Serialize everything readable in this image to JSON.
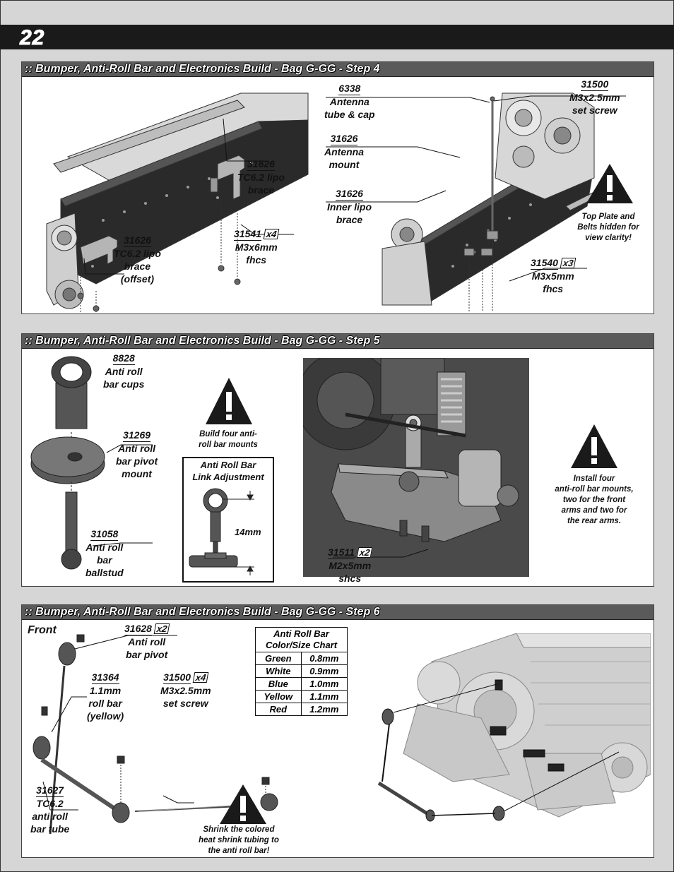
{
  "page": {
    "number": "22"
  },
  "step4": {
    "title": ":: Bumper, Anti-Roll Bar and Electronics Build - Bag G-GG - Step 4",
    "parts": {
      "lipo_brace": {
        "num": "31626",
        "line1": "TC6.2 lipo",
        "line2": "brace"
      },
      "lipo_brace_offset": {
        "num": "31626",
        "line1": "TC6.2 lipo",
        "line2": "brace",
        "line3": "(offset)"
      },
      "fhcs_6mm": {
        "num": "31541",
        "qty": "x4",
        "line1": "M3x6mm",
        "line2": "fhcs"
      },
      "antenna_tube": {
        "num": "6338",
        "line1": "Antenna",
        "line2": "tube & cap"
      },
      "antenna_mount": {
        "num": "31626",
        "line1": "Antenna",
        "line2": "mount"
      },
      "inner_lipo_brace": {
        "num": "31626",
        "line1": "Inner lipo",
        "line2": "brace"
      },
      "set_screw": {
        "num": "31500",
        "line1": "M3x2.5mm",
        "line2": "set screw"
      },
      "fhcs_5mm": {
        "num": "31540",
        "qty": "x3",
        "line1": "M3x5mm",
        "line2": "fhcs"
      }
    },
    "note": {
      "line1": "Top Plate and",
      "line2": "Belts hidden for",
      "line3": "view clarity!"
    }
  },
  "step5": {
    "title": ":: Bumper, Anti-Roll Bar and Electronics Build - Bag G-GG - Step 5",
    "parts": {
      "cups": {
        "num": "8828",
        "line1": "Anti roll",
        "line2": "bar cups"
      },
      "pivot_mount": {
        "num": "31269",
        "line1": "Anti roll",
        "line2": "bar pivot",
        "line3": "mount"
      },
      "ballstud": {
        "num": "31058",
        "line1": "Anti roll",
        "line2": "bar",
        "line3": "ballstud"
      },
      "shcs": {
        "num": "31511",
        "qty": "x2",
        "line1": "M2x5mm",
        "line2": "shcs"
      }
    },
    "note_build": {
      "line1": "Build four anti-",
      "line2": "roll bar mounts"
    },
    "adjust": {
      "title1": "Anti Roll Bar",
      "title2": "Link Adjustment",
      "dim": "14mm"
    },
    "note_install": {
      "line1": "Install four",
      "line2": "anti-roll bar mounts,",
      "line3": "two for the front",
      "line4": "arms and two for",
      "line5": "the rear arms."
    }
  },
  "step6": {
    "title": ":: Bumper, Anti-Roll Bar and Electronics Build - Bag G-GG - Step 6",
    "front": "Front",
    "parts": {
      "pivot": {
        "num": "31628",
        "qty": "x2",
        "line1": "Anti roll",
        "line2": "bar pivot"
      },
      "roll_bar": {
        "num": "31364",
        "line1": "1.1mm",
        "line2": "roll bar",
        "line3": "(yellow)"
      },
      "set_screw": {
        "num": "31500",
        "qty": "x4",
        "line1": "M3x2.5mm",
        "line2": "set screw"
      },
      "tube": {
        "num": "31627",
        "line1": "TC6.2",
        "line2": "anti roll",
        "line3": "bar tube"
      }
    },
    "chart": {
      "title1": "Anti Roll Bar",
      "title2": "Color/Size Chart",
      "rows": [
        {
          "color": "Green",
          "size": "0.8mm"
        },
        {
          "color": "White",
          "size": "0.9mm"
        },
        {
          "color": "Blue",
          "size": "1.0mm"
        },
        {
          "color": "Yellow",
          "size": "1.1mm"
        },
        {
          "color": "Red",
          "size": "1.2mm"
        }
      ]
    },
    "note": {
      "line1": "Shrink the colored",
      "line2": "heat shrink tubing to",
      "line3": "the anti roll bar!"
    }
  }
}
